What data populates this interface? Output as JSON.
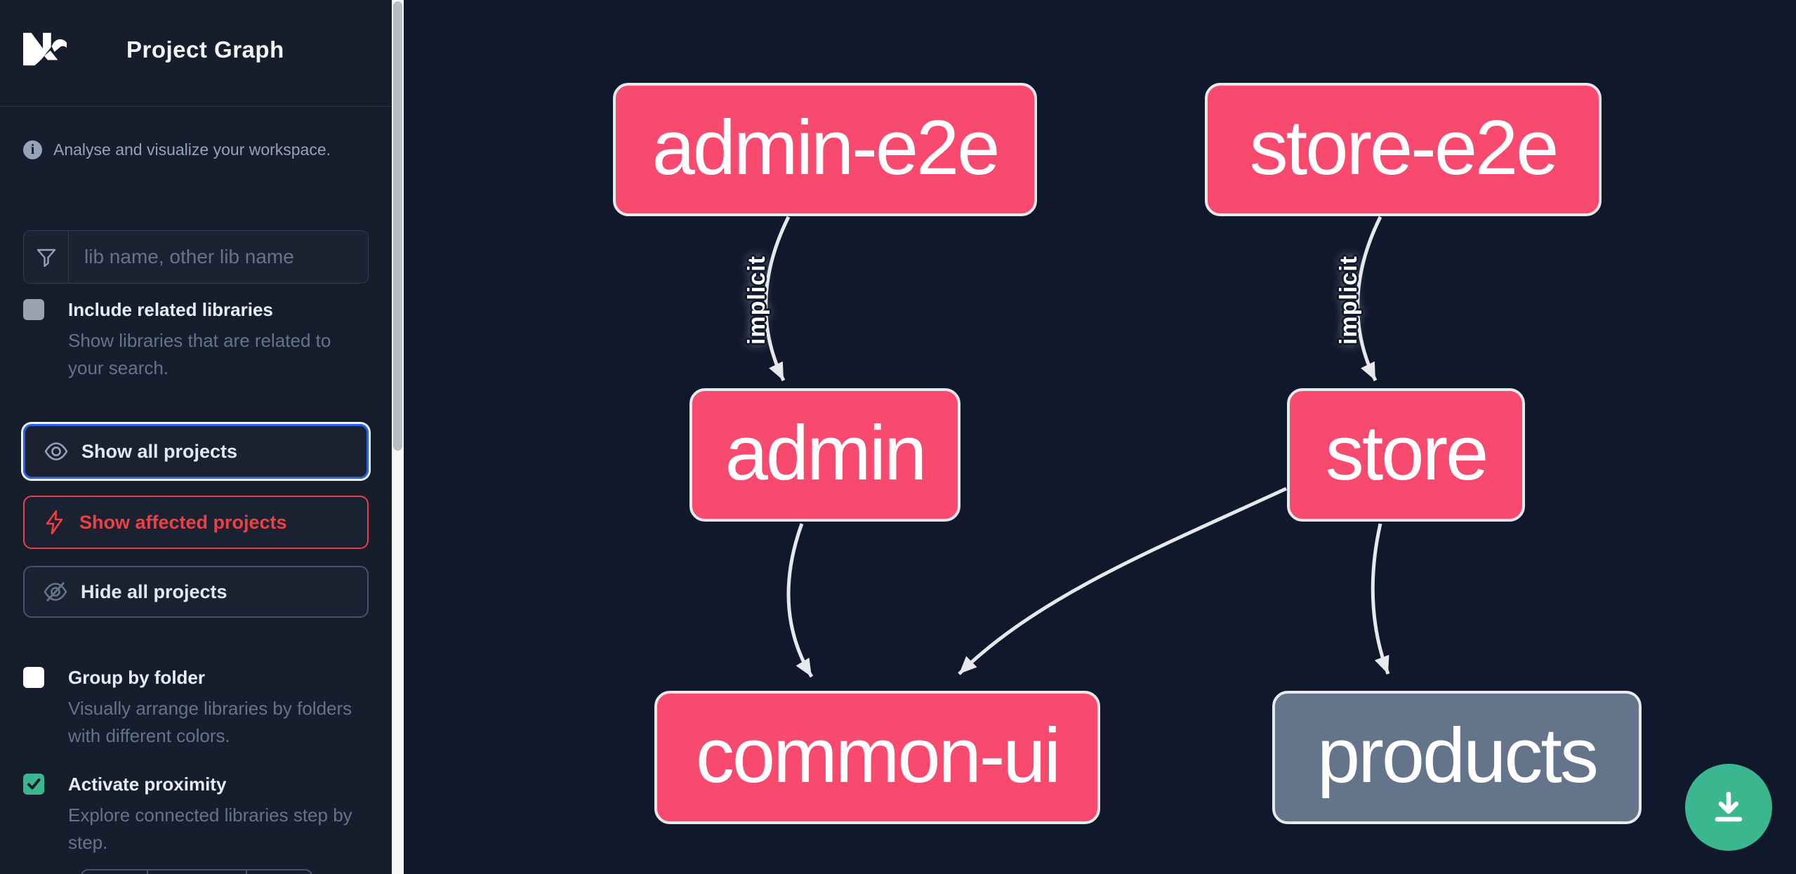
{
  "header": {
    "title": "Project Graph",
    "logo": "nx-logo",
    "theme_toggle": "moon-icon"
  },
  "sidebar": {
    "tagline": "Analyse and visualize your workspace.",
    "search": {
      "placeholder": "lib name, other lib name",
      "value": "",
      "icon": "filter-icon"
    },
    "checkboxes": [
      {
        "label": "Include related libraries",
        "description": "Show libraries that are related to your search.",
        "checked": false
      },
      {
        "label": "Group by folder",
        "description": "Visually arrange libraries by folders with different colors.",
        "checked": false
      },
      {
        "label": "Activate proximity",
        "description": "Explore connected libraries step by step.",
        "checked": true
      }
    ],
    "buttons": [
      {
        "label": "Show all projects",
        "icon": "eye-icon",
        "state": "focused"
      },
      {
        "label": "Show affected projects",
        "icon": "bolt-icon",
        "state": "affected"
      },
      {
        "label": "Hide all projects",
        "icon": "eye-off-icon",
        "state": "default"
      }
    ]
  },
  "graph": {
    "nodes": [
      {
        "id": "admin-e2e",
        "label": "admin-e2e",
        "type": "affected"
      },
      {
        "id": "store-e2e",
        "label": "store-e2e",
        "type": "affected"
      },
      {
        "id": "admin",
        "label": "admin",
        "type": "affected"
      },
      {
        "id": "store",
        "label": "store",
        "type": "affected"
      },
      {
        "id": "common-ui",
        "label": "common-ui",
        "type": "affected"
      },
      {
        "id": "products",
        "label": "products",
        "type": "normal"
      }
    ],
    "edges": [
      {
        "source": "admin-e2e",
        "target": "admin",
        "label": "implicit"
      },
      {
        "source": "store-e2e",
        "target": "store",
        "label": "implicit"
      },
      {
        "source": "admin",
        "target": "common-ui",
        "label": ""
      },
      {
        "source": "store",
        "target": "common-ui",
        "label": ""
      },
      {
        "source": "store",
        "target": "products",
        "label": ""
      }
    ]
  },
  "fab": {
    "icon": "download-icon"
  },
  "colors": {
    "affected_node": "#f74a6e",
    "normal_node": "#64748b",
    "node_border": "#e7e9ec",
    "edge": "#e6e8eb",
    "accent_green": "#3ab78e",
    "focus_blue": "#2563eb",
    "affected_red": "#ee3f44",
    "sidebar_bg": "#161d2d",
    "canvas_bg": "#10192b"
  }
}
